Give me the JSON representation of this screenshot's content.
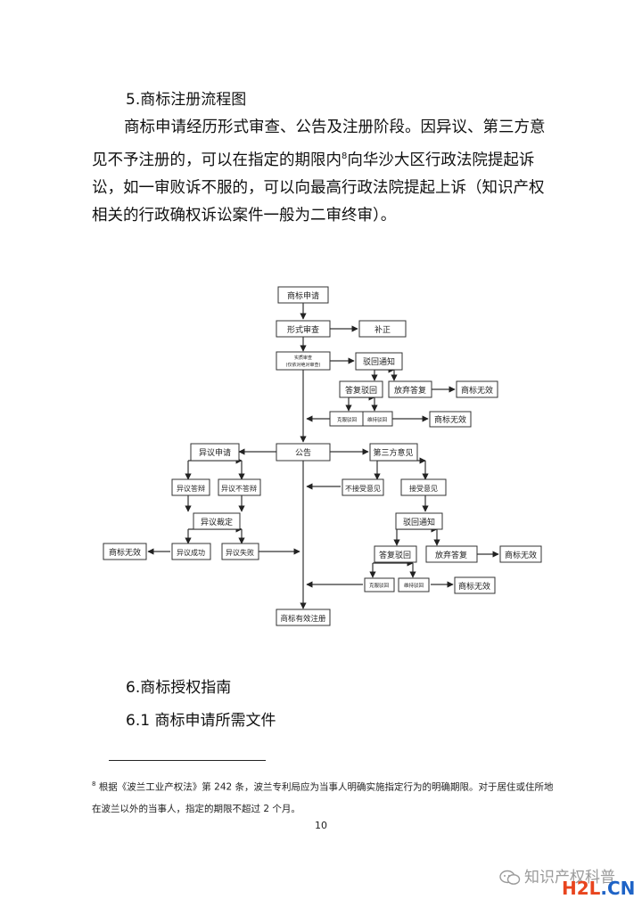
{
  "section5": {
    "title": "5.商标注册流程图",
    "paragraph_before_sup": "商标申请经历形式审查、公告及注册阶段。因异议、第三方意见不予注册的，可以在指定的期限内",
    "footnote_ref": "8",
    "paragraph_after_sup": "向华沙大区行政法院提起诉讼，如一审败诉不服的，可以向最高行政法院提起上诉（知识产权相关的行政确权诉讼案件一般为二审终审）。"
  },
  "flowchart": {
    "nodes": {
      "apply": "商标申请",
      "formal_exam": "形式审查",
      "correction": "补正",
      "substantive_exam_line1": "实质审查",
      "substantive_exam_line2": "(仅依对绝对审查)",
      "rejection_notice_1": "驳回通知",
      "reply_rejection_1": "答复驳回",
      "abandon_reply_1": "放弃答复",
      "invalid_1": "商标无效",
      "overcome_rejection_1": "克服驳回",
      "maintain_rejection_1": "维持驳回",
      "invalid_2": "商标无效",
      "publication": "公告",
      "opposition_apply": "异议申请",
      "third_party_opinion": "第三方意见",
      "opposition_defense": "异议答辩",
      "opposition_no_defense": "异议不答辩",
      "opposition_ruling": "异议裁定",
      "invalid_3": "商标无效",
      "opposition_success": "异议成功",
      "opposition_fail": "异议失败",
      "not_accept_opinion": "不接受意见",
      "accept_opinion": "接受意见",
      "rejection_notice_2": "驳回通知",
      "reply_rejection_2": "答复驳回",
      "abandon_reply_2": "放弃答复",
      "invalid_4": "商标无效",
      "overcome_rejection_2": "克服驳回",
      "maintain_rejection_2": "维持驳回",
      "invalid_5": "商标无效",
      "valid_registration": "商标有效注册"
    }
  },
  "section6": {
    "title": "6.商标授权指南",
    "subtitle": "6.1 商标申请所需文件"
  },
  "footnote": {
    "marker": "8",
    "text": "根据《波兰工业产权法》第 242 条，波兰专利局应为当事人明确实施指定行为的明确期限。对于居住或住所地在波兰以外的当事人，指定的期限不超过 2 个月。"
  },
  "page_number": "10",
  "watermark": {
    "text": "知识产权科普",
    "logo_part1": "H2L",
    "logo_part2": ".CN"
  }
}
